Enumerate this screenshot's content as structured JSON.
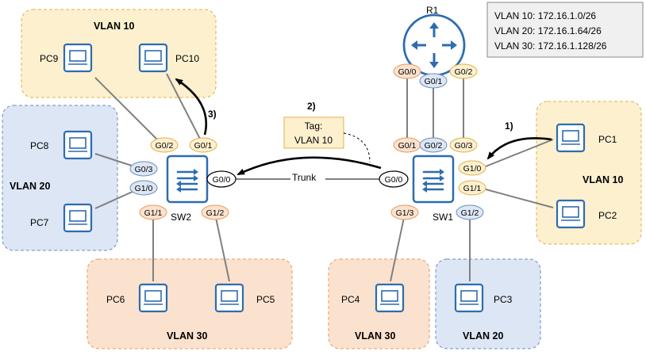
{
  "router": {
    "label": "R1",
    "ports": [
      "G0/0",
      "G0/1",
      "G0/2"
    ]
  },
  "switches": {
    "sw1": {
      "label": "SW1",
      "ports": [
        "G0/1",
        "G0/2",
        "G0/3",
        "G1/0",
        "G1/1",
        "G0/0",
        "G1/3",
        "G1/2"
      ]
    },
    "sw2": {
      "label": "SW2",
      "ports": [
        "G0/2",
        "G0/1",
        "G0/3",
        "G1/0",
        "G0/0",
        "G1/1",
        "G1/2"
      ]
    }
  },
  "pcs": {
    "pc1": "PC1",
    "pc2": "PC2",
    "pc3": "PC3",
    "pc4": "PC4",
    "pc5": "PC5",
    "pc6": "PC6",
    "pc7": "PC7",
    "pc8": "PC8",
    "pc9": "PC9",
    "pc10": "PC10"
  },
  "vlan_zones": {
    "top_left": "VLAN 10",
    "left": "VLAN 20",
    "bottom_left": "VLAN 30",
    "right": "VLAN 10",
    "bottom_mid": "VLAN 30",
    "bottom_right": "VLAN 20"
  },
  "legend": [
    "VLAN 10: 172.16.1.0/26",
    "VLAN 20: 172.16.1.64/26",
    "VLAN 30: 172.16.1.128/26"
  ],
  "trunk_label": "Trunk",
  "tag_note": {
    "line1": "Tag:",
    "line2": "VLAN 10"
  },
  "steps": {
    "s1": "1)",
    "s2": "2)",
    "s3": "3)"
  },
  "colors": {
    "vlan10_fill": "#fdf0cf",
    "vlan10_border": "#e2b04a",
    "vlan20_fill": "#dce6f5",
    "vlan20_border": "#6c8ebf",
    "vlan30_fill": "#fbe2cf",
    "vlan30_border": "#e89a5a",
    "device_blue": "#2d6cb0",
    "link_gray": "#808080"
  }
}
